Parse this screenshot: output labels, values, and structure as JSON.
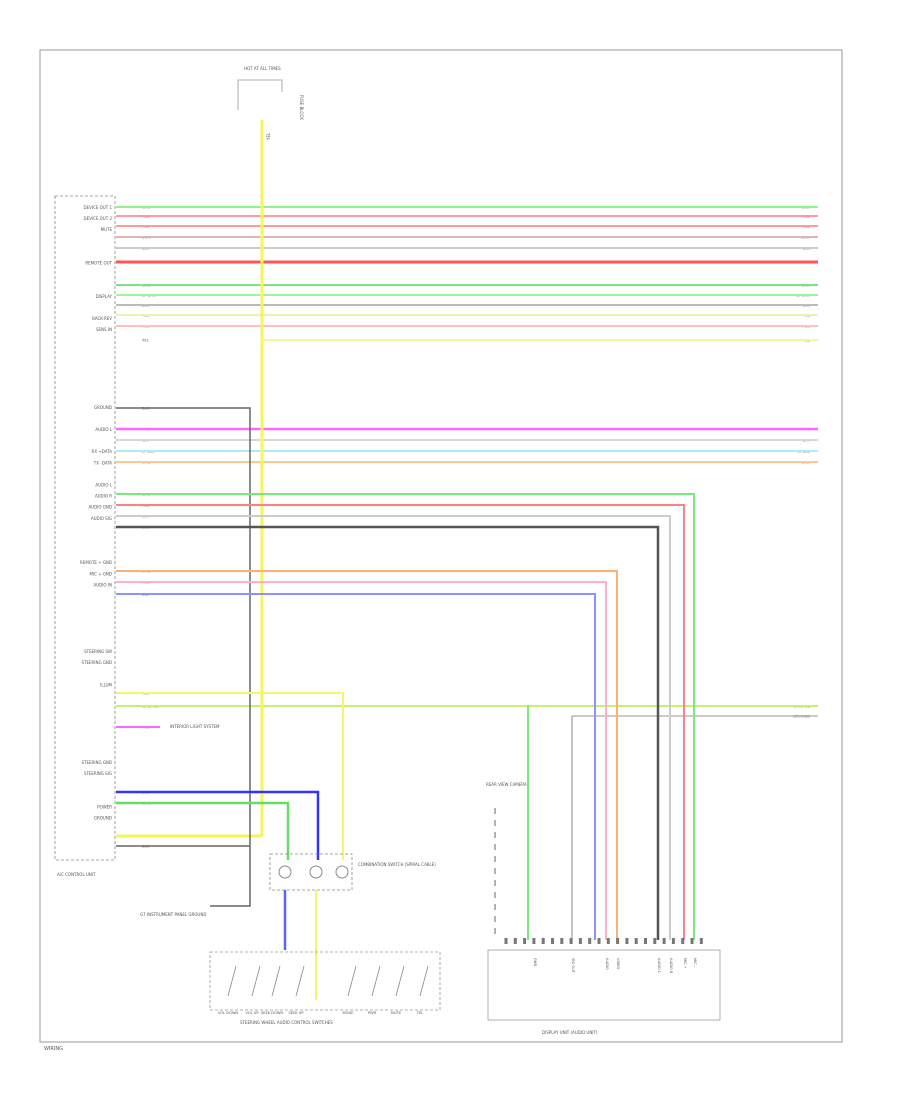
{
  "diagram": {
    "footer_code": "WIRING",
    "main_unit_label": "A/C CONTROL UNIT",
    "top_connector_label": "HOT AT ALL TIMES",
    "top_fuse_label": "FUSE BLOCK",
    "left_labels": [
      "DEVICE OUT 1",
      "DEVICE OUT 2",
      "MUTE",
      "",
      "",
      "REMOTE OUT",
      "",
      "",
      "DISPLAY",
      "",
      "BACK-REV",
      "SENS IN",
      "",
      "",
      "",
      "",
      "",
      "",
      "GROUND",
      "",
      "AUDIO L",
      "",
      "RX +DATA",
      "TX -DATA",
      "",
      "AUDIO L",
      "AUDIO R",
      "AUDIO GND",
      "AUDIO SIG",
      "",
      "",
      "",
      "REMOTE + GND",
      "MIC + GND",
      "AUDIO IN",
      "",
      "",
      "",
      "",
      "",
      "STEERING SW",
      "STEERING GND",
      "",
      "ILLUM",
      "",
      "",
      "",
      "",
      "",
      "",
      "STEERING GND",
      "STEERING SIG",
      "",
      "",
      "POWER",
      "GROUND"
    ],
    "right_labels": [
      "GRN",
      "RED",
      "RED",
      "BRN",
      "BLK",
      "RED",
      "GRN",
      "LT GRN",
      "BLK",
      "YEL",
      "PNK",
      "YEL",
      "PPL",
      "GRY",
      "LT BLU",
      "ORN",
      "GRN/YEL",
      "GRY/RED"
    ],
    "left_wire_labels": [
      "GRN",
      "RED",
      "RED",
      "BRN",
      "BLK",
      "RED",
      "GRN",
      "LT GRN",
      "BLK",
      "YEL",
      "PNK",
      "YEL",
      "BLK",
      "PPL",
      "GRY",
      "LT BLU",
      "ORN",
      "GRN",
      "RED",
      "GRY",
      "BLK",
      "ORN",
      "PNK",
      "BLU",
      "YEL",
      "GRN/YEL",
      "PNK",
      "BLU",
      "GRN",
      "YEL",
      "BLK"
    ],
    "ground_label": "G7 INSTRUMENT PANEL GROUND",
    "illum_label": "INTERIOR LIGHT SYSTEM",
    "combination_switch_label": "COMBINATION SWITCH (SPIRAL CABLE)",
    "steering_switches_label": "STEERING WHEEL AUDIO CONTROL SWITCHES",
    "switch_labels": [
      "VOL DOWN",
      "VOL UP",
      "SEEK DOWN",
      "SEEK UP",
      "MODE",
      "PWR",
      "MUTE",
      "TEL"
    ],
    "display_unit_label": "DISPLAY UNIT (AUDIO UNIT)",
    "display_connector_label": "REAR VIEW CAMERA",
    "display_pin_labels": [
      "GND",
      "SIG OUT",
      "AUDIO",
      "VIDEO",
      "AUDIO L",
      "AUDIO R",
      "MIC +",
      "MIC -"
    ]
  }
}
